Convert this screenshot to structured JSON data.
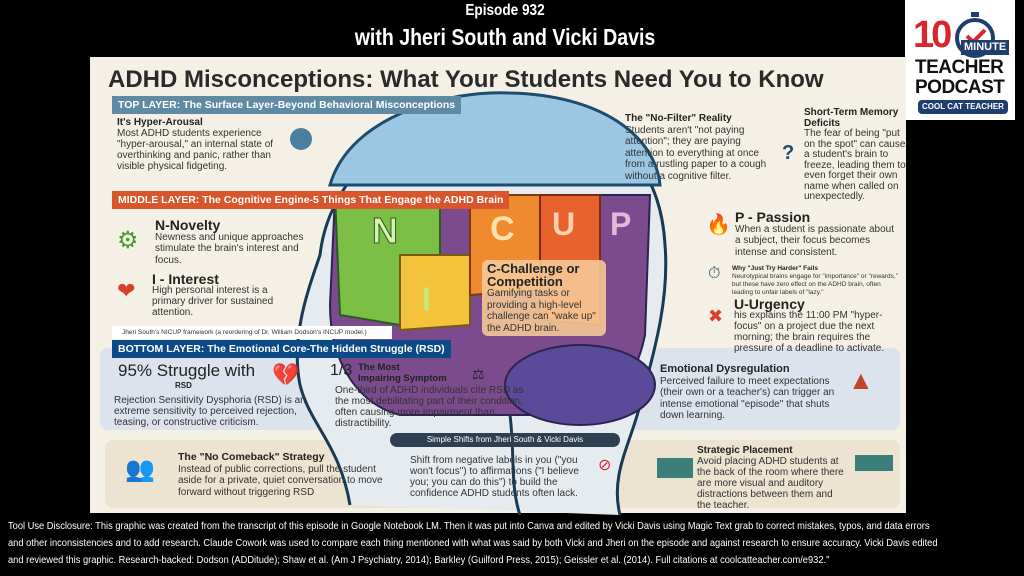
{
  "header": {
    "episode": "Episode 932",
    "guests": "with Jheri South and Vicki Davis"
  },
  "logo": {
    "number": "10",
    "minute": "MINUTE",
    "line1": "TEACHER",
    "line2": "PODCAST",
    "badge": "COOL CAT TEACHER"
  },
  "infographic": {
    "title": "ADHD Misconceptions: What Your Students Need You to Know",
    "top_layer": "TOP LAYER: The Surface Layer-Beyond Behavioral Misconceptions",
    "middle_layer": "MIDDLE LAYER: The Cognitive Engine-5 Things That Engage the ADHD Brain",
    "bottom_layer": "BOTTOM LAYER: The Emotional Core-The Hidden Struggle (RSD)",
    "hyper": {
      "title": "It's Hyper-Arousal",
      "text": "Most ADHD students experience \"hyper-arousal,\" an internal state of overthinking and panic, rather than  visible physical fidgeting."
    },
    "nofilter": {
      "title": "The \"No-Filter\" Reality",
      "text": "Students aren't \"not paying attention\"; they are paying attention to everything at once from a rustling paper to a cough without a cognitive filter."
    },
    "memory": {
      "title": "Short-Term Memory Deficits",
      "text": "The fear of being \"put on the spot\" can cause a student's brain to freeze, leading them to even forget their own name when called on unexpectedly."
    },
    "novelty": {
      "title": "N-Novelty",
      "text": "Newness and unique approaches stimulate the brain's interest and focus."
    },
    "interest": {
      "title": "I - Interest",
      "text": "High personal interest is a primary driver for sustained attention."
    },
    "challenge": {
      "title": "C-Challenge or Competition",
      "text": "Gamifying tasks or providing a high-level challenge can \"wake up\" the ADHD brain."
    },
    "passion": {
      "title": "P - Passion",
      "text": "When a student is passionate about a subject, their focus becomes intense and consistent."
    },
    "tryharder": {
      "title": "Why \"Just Try Harder\" Fails",
      "text": "Neurotypical brains engage for \"importance\" or \"rewards,\" but these have zero effect on the ADHD brain, often leading to unfair labels of \"lazy.\""
    },
    "urgency": {
      "title": "U-Urgency",
      "text": "his explains the 11:00 PM \"hyper-focus\" on a project due the next morning; the brain requires the pressure of a deadline to activate."
    },
    "brain_letters": [
      "N",
      "I",
      "C",
      "U",
      "P"
    ],
    "framework_note": "Jheri South's NICUP framework (a reordering of Dr. William Dodson's INCUP model.)",
    "rsd": {
      "stat": "95% Struggle with",
      "sub": "RSD",
      "text": "Rejection Sensitivity Dysphoria (RSD) is an extreme sensitivity to perceived rejection, teasing, or constructive criticism."
    },
    "impair": {
      "stat": "1/3",
      "title1": "The Most",
      "title2": "Impairing Symptom",
      "text": "One-third of ADHD individuals cite RSD as the most debilitating part of their condition, often causing more impairment than distractibility."
    },
    "dysreg": {
      "title": "Emotional Dysregulation",
      "text": "Perceived failure to meet expectations (their own or a teacher's) can trigger an intense emotional \"episode\" that shuts down learning."
    },
    "shifts_label": "Simple Shifts from Jheri South & Vicki Davis",
    "comeback": {
      "title": "The \"No Comeback\" Strategy",
      "text": "Instead of public corrections, pull the student aside for a private, quiet conversation to move forward without triggering RSD"
    },
    "shift": {
      "text": "Shift from negative labels in you (\"you won't focus\") to affirmations (\"I believe you; you can do this\") to build the confidence ADHD students often lack."
    },
    "placement": {
      "title": "Strategic Placement",
      "text": "Avoid placing ADHD students at the back of the room where there are more visual and auditory distractions between them and the teacher."
    }
  },
  "footer": "Tool Use Disclosure: This graphic was created from the transcript of this episode in Google Notebook LM. Then it was put into Canva and edited by Vicki Davis using Magic Text grab to correct mistakes, typos, and data errors and other inconsistencies and to add research. Claude Cowork was used to compare each thing mentioned with what was said by both Vicki and Jheri on the episode and against research to ensure accuracy. Vicki Davis edited and reviewed this graphic.  Research-backed: Dodson (ADDitude); Shaw et al. (Am J Psychiatry, 2014); Barkley (Guilford Press, 2015); Geissler et al. (2014). Full citations at coolcatteacher.com/e932.\"",
  "colors": {
    "top": "#5f8aa3",
    "middle": "#d9552b",
    "bottom": "#0b4a86",
    "panel": "#f4f0e5",
    "red": "#d8262c",
    "navy": "#1f3e6e"
  }
}
